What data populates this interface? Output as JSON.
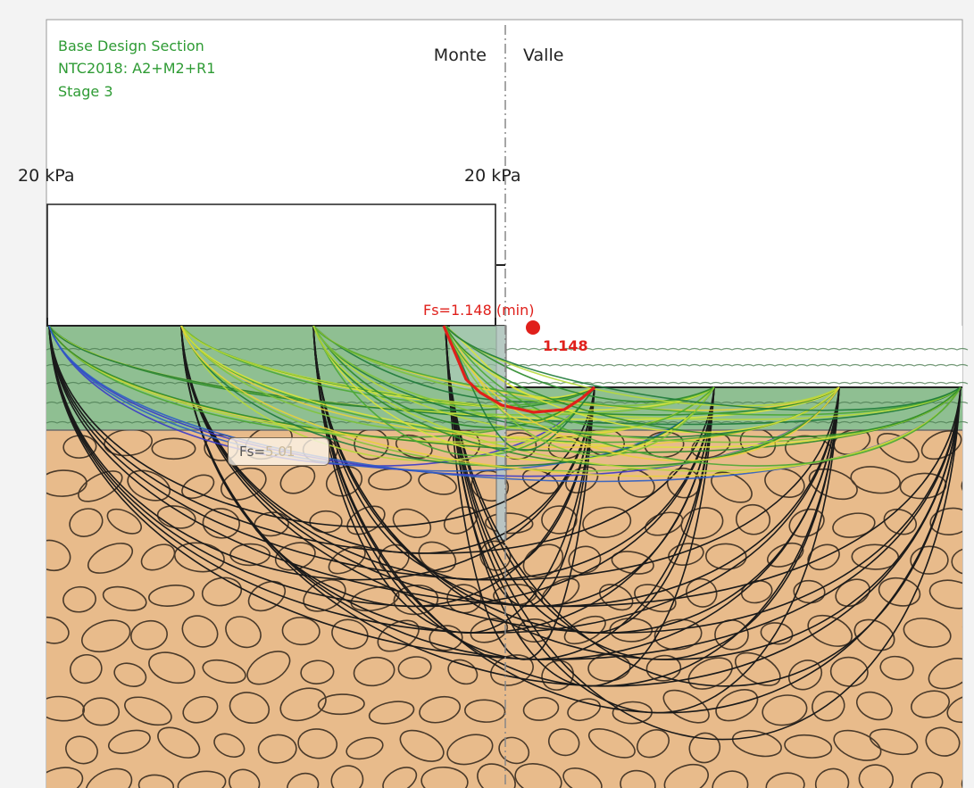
{
  "section": {
    "title": "Base Design Section",
    "code": "NTC2018: A2+M2+R1",
    "stage": "Stage 3"
  },
  "sides": {
    "left": "Monte",
    "right": "Valle"
  },
  "loads": {
    "left": "20 kPa",
    "center": "20 kPa"
  },
  "result": {
    "min_label": "Fs=1.148 (min)",
    "min_value": "1.148"
  },
  "tooltip": {
    "prefix": "Fs=",
    "value": "5.01"
  },
  "colors": {
    "section_text": "#2e9b34",
    "critical": "#e0201b",
    "soil_upper": "#8fbf92",
    "soil_lower": "#e8bb8b",
    "pebble_stroke": "#4a3a2a",
    "wall": "#b9c4c2"
  }
}
